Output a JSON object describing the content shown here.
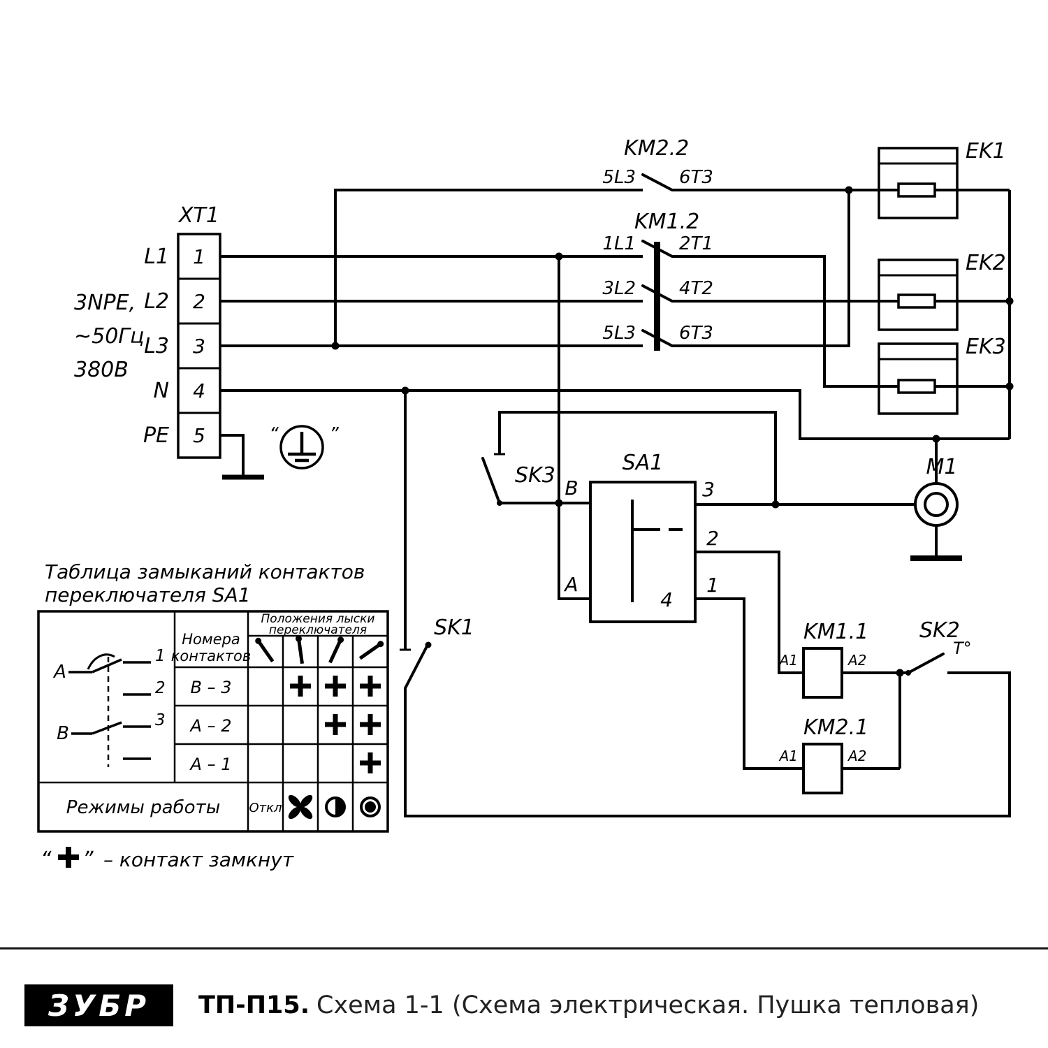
{
  "schematic": {
    "xt1": {
      "label": "XT1",
      "terminals": [
        {
          "num": "1",
          "name": "L1"
        },
        {
          "num": "2",
          "name": "L2"
        },
        {
          "num": "3",
          "name": "L3"
        },
        {
          "num": "4",
          "name": "N"
        },
        {
          "num": "5",
          "name": "PE"
        }
      ]
    },
    "supply": {
      "line1": "3NPE,",
      "line2": "~50Гц",
      "line3": "380В"
    },
    "ground": {
      "quote_open": "“",
      "quote_close": "”"
    },
    "km22": {
      "label": "KM2.2",
      "t_in": "5L3",
      "t_out": "6T3"
    },
    "km12": {
      "label": "KM1.2",
      "poles": [
        {
          "t_in": "1L1",
          "t_out": "2T1"
        },
        {
          "t_in": "3L2",
          "t_out": "4T2"
        },
        {
          "t_in": "5L3",
          "t_out": "6T3"
        }
      ]
    },
    "heaters": {
      "ek1": "EK1",
      "ek2": "EK2",
      "ek3": "EK3"
    },
    "sk3": "SK3",
    "sk1": "SK1",
    "sk2": {
      "label": "SK2",
      "temp": "T°"
    },
    "sa1": {
      "label": "SA1",
      "b": "B",
      "a": "A",
      "n3": "3",
      "n2": "2",
      "n1": "1",
      "n4": "4"
    },
    "m1": "M1",
    "km11": {
      "label": "KM1.1",
      "a1": "A1",
      "a2": "A2"
    },
    "km21": {
      "label": "KM2.1",
      "a1": "A1",
      "a2": "A2"
    }
  },
  "table": {
    "title_line1": "Таблица замыканий контактов",
    "title_line2": "переключателя SA1",
    "header_contacts_line1": "Номера",
    "header_contacts_line2": "контактов",
    "header_positions_line1": "Положения лыски",
    "header_positions_line2": "переключателя",
    "contact_a": "A",
    "contact_b": "B",
    "contact_nums": [
      "1",
      "2",
      "3"
    ],
    "rows": [
      {
        "label": "В – 3",
        "closed_in_positions": [
          2,
          3,
          4
        ]
      },
      {
        "label": "А – 2",
        "closed_in_positions": [
          3,
          4
        ]
      },
      {
        "label": "А – 1",
        "closed_in_positions": [
          4
        ]
      }
    ],
    "modes_label": "Режимы работы",
    "off_label": "Откл"
  },
  "legend": {
    "quote_open": "“",
    "quote_close": "”",
    "text": "– контакт замкнут"
  },
  "footer": {
    "brand": "ЗУБР",
    "model": "ТП-П15.",
    "title": "Схема 1-1 (Схема электрическая. Пушка тепловая)"
  }
}
